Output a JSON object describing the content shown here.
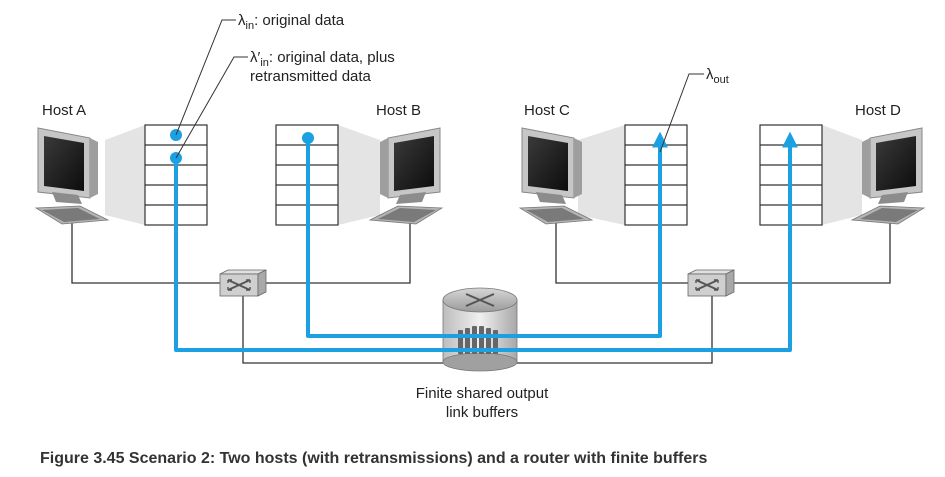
{
  "hosts": {
    "a": "Host A",
    "b": "Host B",
    "c": "Host C",
    "d": "Host D"
  },
  "annotations": {
    "lambda_in": {
      "symbol": "λ",
      "subscript": "in",
      "text": ": original data"
    },
    "lambda_in_prime": {
      "symbol": "λ′",
      "subscript": "in",
      "text_line1": ": original data, plus",
      "text_line2": "retransmitted data"
    },
    "lambda_out": {
      "symbol": "λ",
      "subscript": "out"
    }
  },
  "router_label": {
    "line1": "Finite shared output",
    "line2": "link buffers"
  },
  "caption": "Figure 3.45 Scenario 2: Two hosts (with retransmissions) and a router with finite buffers",
  "colors": {
    "flow": "#1ba1e2",
    "wire": "#333333",
    "buffer_panel": "#e4e4e4",
    "monitor_frame": "#c4c4c4",
    "screen": "#1e1e1e"
  },
  "icons": {
    "host": "desktop-computer-icon",
    "switch": "switch-icon",
    "router": "router-icon"
  }
}
